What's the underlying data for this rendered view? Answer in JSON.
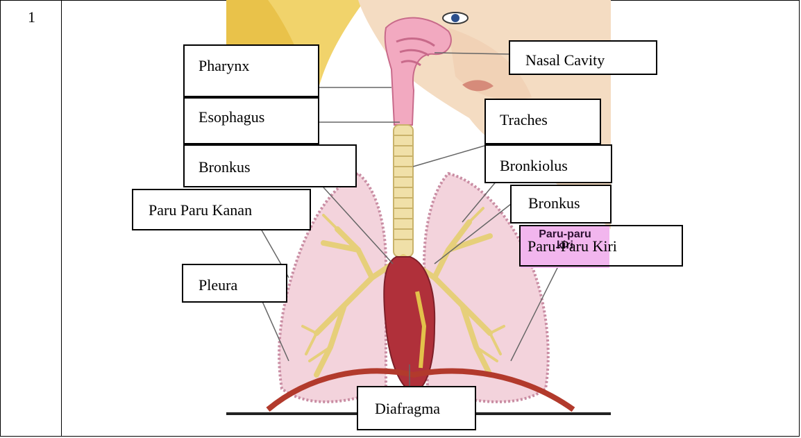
{
  "table": {
    "row_number": "1"
  },
  "labels": {
    "pharynx": "Pharynx",
    "nasal_cavity": "Nasal Cavity",
    "esophagus": "Esophagus",
    "traches": "Traches",
    "bronkus_left": "Bronkus",
    "bronkiolus": "Bronkiolus",
    "paru_paru_kanan": "Paru Paru Kanan",
    "bronkus_right": "Bronkus",
    "paru_paru_kiri": "Paru-Paru Kiri",
    "pleura": "Pleura",
    "diafragma": "Diafragma"
  },
  "image_tag": {
    "line1": "Paru-paru",
    "line2": "kiri"
  },
  "colors": {
    "hair": "#e9c24a",
    "skin": "#f4dcc2",
    "lung_fill": "#f3d3dc",
    "lung_edge": "#c98da3",
    "airway": "#f0e0a8",
    "heart": "#b0303a",
    "diaphragm": "#b23a2c",
    "tag_pink": "#f2b6ee"
  }
}
